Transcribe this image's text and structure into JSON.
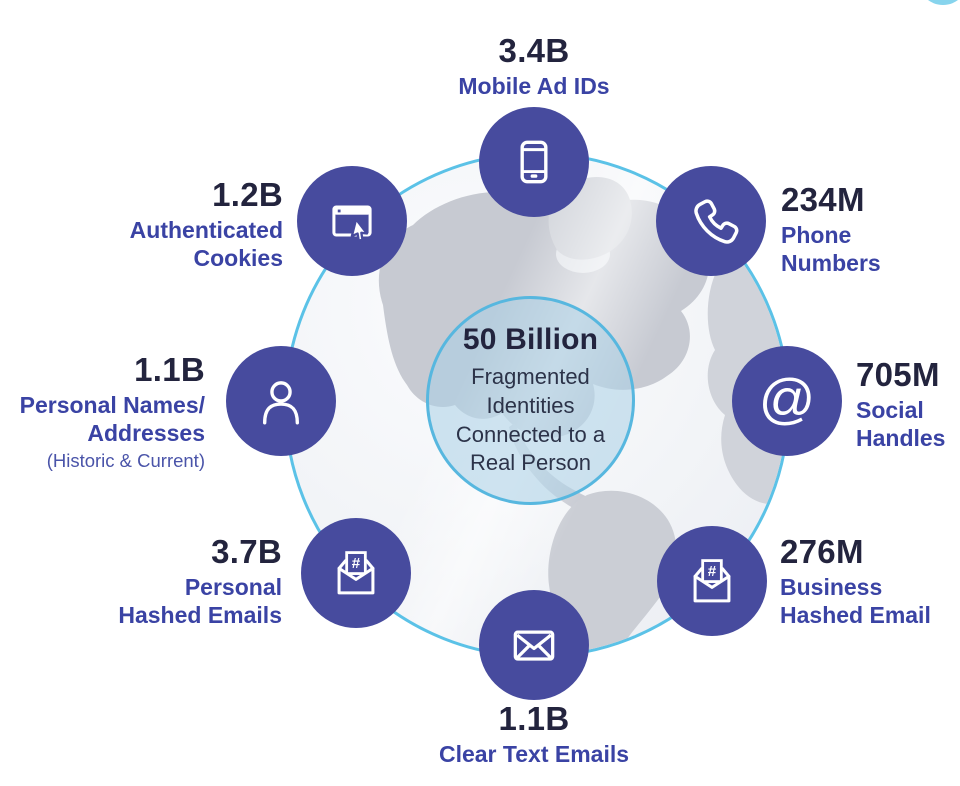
{
  "center": {
    "value": "50 Billion",
    "lines": [
      "Fragmented",
      "Identities",
      "Connected to a",
      "Real Person"
    ]
  },
  "nodes": [
    {
      "id": "mobile-ad-ids",
      "value": "3.4B",
      "lines": [
        "Mobile Ad IDs"
      ],
      "icon": "smartphone-icon"
    },
    {
      "id": "phone-numbers",
      "value": "234M",
      "lines": [
        "Phone",
        "Numbers"
      ],
      "icon": "phone-handset-icon"
    },
    {
      "id": "social-handles",
      "value": "705M",
      "lines": [
        "Social",
        "Handles"
      ],
      "icon": "at-sign-icon"
    },
    {
      "id": "business-hashed-email",
      "value": "276M",
      "lines": [
        "Business",
        "Hashed Email"
      ],
      "icon": "hashed-envelope-icon"
    },
    {
      "id": "clear-text-emails",
      "value": "1.1B",
      "lines": [
        "Clear Text Emails"
      ],
      "icon": "envelope-icon"
    },
    {
      "id": "personal-hashed-emails",
      "value": "3.7B",
      "lines": [
        "Personal",
        "Hashed Emails"
      ],
      "icon": "hashed-envelope-icon"
    },
    {
      "id": "personal-names-addresses",
      "value": "1.1B",
      "lines": [
        "Personal Names/",
        "Addresses"
      ],
      "sub": "(Historic & Current)",
      "icon": "person-icon"
    },
    {
      "id": "authenticated-cookies",
      "value": "1.2B",
      "lines": [
        "Authenticated",
        "Cookies"
      ],
      "icon": "browser-cursor-icon"
    }
  ],
  "icons": {
    "at_glyph": "@"
  },
  "colors": {
    "icon_circle": "#474b9e",
    "label_indigo": "#3a43a4",
    "number_navy": "#23243e",
    "outer_ring_blue": "#5bc2e7",
    "inner_ring_blue": "#57b7df",
    "inner_fill": "#d8e7f1",
    "land_gray": "#c7cad2"
  }
}
